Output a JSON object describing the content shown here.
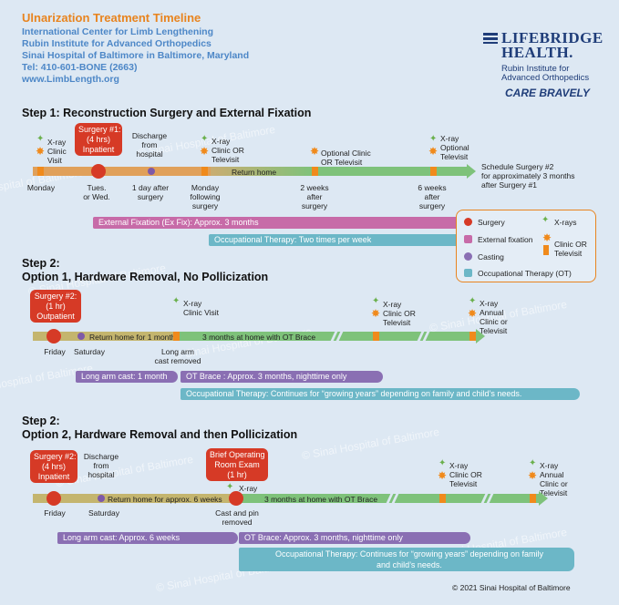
{
  "header": {
    "title": "Ulnarization Treatment Timeline",
    "lines": [
      "International Center for Limb Lengthening",
      "Rubin Institute for Advanced Orthopedics",
      "Sinai Hospital of Baltimore in Baltimore, Maryland",
      "Tel: 410-601-BONE (2663)",
      "www.LimbLength.org"
    ]
  },
  "logo": {
    "brand_line1": "LIFEBRIDGE",
    "brand_line2": "HEALTH.",
    "sub1": "Rubin Institute for",
    "sub2": "Advanced Orthopedics",
    "tagline": "CARE BRAVELY"
  },
  "watermark": "© Sinai Hospital of Baltimore",
  "step1": {
    "title": "Step 1: Reconstruction Surgery and External Fixation",
    "surgery_box": "Surgery #1:\n(4 hrs)\nInpatient",
    "events": {
      "xray_clinic_visit": "X-ray\nClinic\nVisit",
      "discharge": "Discharge\nfrom\nhospital",
      "xray_clinic_or_televisit": "X-ray\nClinic OR\nTelevisit",
      "optional_clinic": "Optional Clinic\nOR Televisit",
      "xray_optional_televisit": "X-ray\nOptional\nTelevisit"
    },
    "bar_label": "Return home",
    "times": {
      "monday": "Monday",
      "tues_wed": "Tues.\nor Wed.",
      "one_day": "1 day after\nsurgery",
      "monday_following": "Monday\nfollowing\nsurgery",
      "two_weeks": "2 weeks\nafter\nsurgery",
      "six_weeks": "6 weeks\nafter\nsurgery"
    },
    "schedule_note": "Schedule Surgery #2\nfor approximately 3 months\nafter Surgery #1",
    "ribbons": {
      "exfix": "External Fixation (Ex Fix): Approx. 3 months",
      "ot": "Occupational Therapy: Two times per week"
    }
  },
  "legend": {
    "surgery": "Surgery",
    "xrays": "X-rays",
    "exfix": "External fixation",
    "clinic": "Clinic OR\nTelevisit",
    "casting": "Casting",
    "ot": "Occupational Therapy (OT)"
  },
  "step2a": {
    "title_line1": "Step 2:",
    "title_line2": "Option 1, Hardware Removal, No Pollicization",
    "surgery_box": "Surgery #2:\n(1 hr)\nOutpatient",
    "events": {
      "xray_clinic_visit": "X-ray\nClinic Visit",
      "xray_clinic_or_televisit": "X-ray\nClinic OR\nTelevisit",
      "xray_annual": "X-ray\nAnnual\nClinic or\nTelevisit"
    },
    "bar_label_home": "Return home for 1 month",
    "bar_label_brace": "3 months at home with OT Brace",
    "times": {
      "friday": "Friday",
      "saturday": "Saturday",
      "cast_removed": "Long arm\ncast removed"
    },
    "ribbons": {
      "cast": "Long arm cast: 1 month",
      "brace": "OT Brace : Approx. 3 months, nighttime only",
      "ot": "Occupational Therapy: Continues for “growing years” depending on family and child’s needs."
    }
  },
  "step2b": {
    "title_line1": "Step 2:",
    "title_line2": "Option 2, Hardware Removal and then Pollicization",
    "surgery_box": "Surgery #2:\n(4 hrs)\nInpatient",
    "exam_box": "Brief Operating\nRoom Exam\n(1 hr)",
    "events": {
      "discharge": "Discharge\nfrom\nhospital",
      "xray": "X-ray",
      "xray_clinic_or_televisit": "X-ray\nClinic OR\nTelevisit",
      "xray_annual": "X-ray\nAnnual\nClinic or\nTelevisit"
    },
    "bar_label_home": "Return home for approx. 6 weeks",
    "bar_label_brace": "3 months at home with OT Brace",
    "times": {
      "friday": "Friday",
      "saturday": "Saturday",
      "cast_pin": "Cast and pin\nremoved"
    },
    "ribbons": {
      "cast": "Long arm cast: Approx. 6 weeks",
      "brace": "OT Brace: Approx. 3 months, nighttime only",
      "ot": "Occupational Therapy: Continues for “growing years” depending on family\nand child’s needs."
    }
  },
  "copyright": "© 2021 Sinai Hospital of Baltimore",
  "colors": {
    "surgery": "#d63a26",
    "exfix_bar": "#e0a05a",
    "exfix_ribbon": "#c76ba8",
    "casting": "#8a6fb3",
    "ot": "#6cb7c7",
    "home_bar": "#7ec27a",
    "clinic": "#f08a1c",
    "xray": "#6ab04c"
  }
}
